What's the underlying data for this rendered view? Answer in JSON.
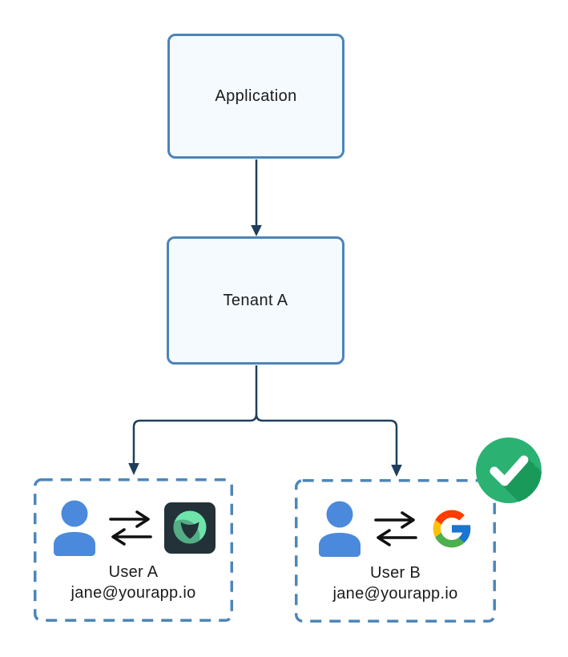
{
  "diagram": {
    "application": {
      "label": "Application"
    },
    "tenant": {
      "label": "Tenant A"
    },
    "user_a": {
      "name": "User A",
      "email": "jane@yourapp.io"
    },
    "user_b": {
      "name": "User B",
      "email": "jane@yourapp.io"
    }
  },
  "icons": {
    "person": "person-icon",
    "exchange": "sync-arrows-icon",
    "idp_user_a": "dark-teal-ring-idp-logo",
    "idp_user_b": "google-logo",
    "verified": "green-check-badge"
  },
  "colors": {
    "node_border": "#4c84b8",
    "node_fill": "#f4fafe",
    "dashed_border": "#4e86b8",
    "connector": "#1f3e5e",
    "person_blue": "#4a89dc",
    "arrow_black": "#111111",
    "badge_green": "#2bb273",
    "badge_shadow_green": "#1a9a5a",
    "idp_tile_bg": "#233138",
    "idp_mint": "#6ee3ab",
    "idp_sage": "#4fa37e",
    "google_red": "#FF3D00",
    "google_yellow": "#FFC107",
    "google_green": "#4CAF50",
    "google_blue": "#1976D2"
  }
}
